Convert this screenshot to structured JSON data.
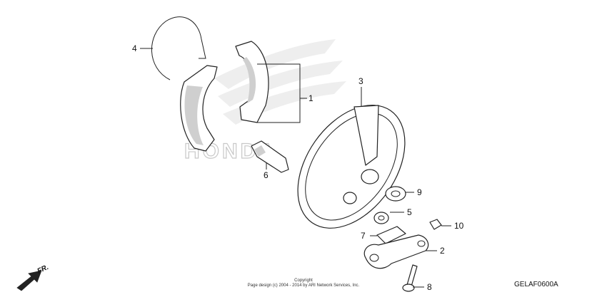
{
  "diagram": {
    "watermark": "HONDA",
    "callouts": [
      {
        "id": "1",
        "label": "1"
      },
      {
        "id": "2",
        "label": "2"
      },
      {
        "id": "3",
        "label": "3"
      },
      {
        "id": "4",
        "label": "4"
      },
      {
        "id": "5",
        "label": "5"
      },
      {
        "id": "6",
        "label": "6"
      },
      {
        "id": "7",
        "label": "7"
      },
      {
        "id": "8",
        "label": "8"
      },
      {
        "id": "9",
        "label": "9"
      },
      {
        "id": "10",
        "label": "10"
      }
    ],
    "direction_label": "FR.",
    "copyright_line1": "Copyright",
    "copyright_line2": "Page design (c) 2004 - 2014 by ARI Network Services, Inc.",
    "diagram_code": "GELAF0600A"
  }
}
